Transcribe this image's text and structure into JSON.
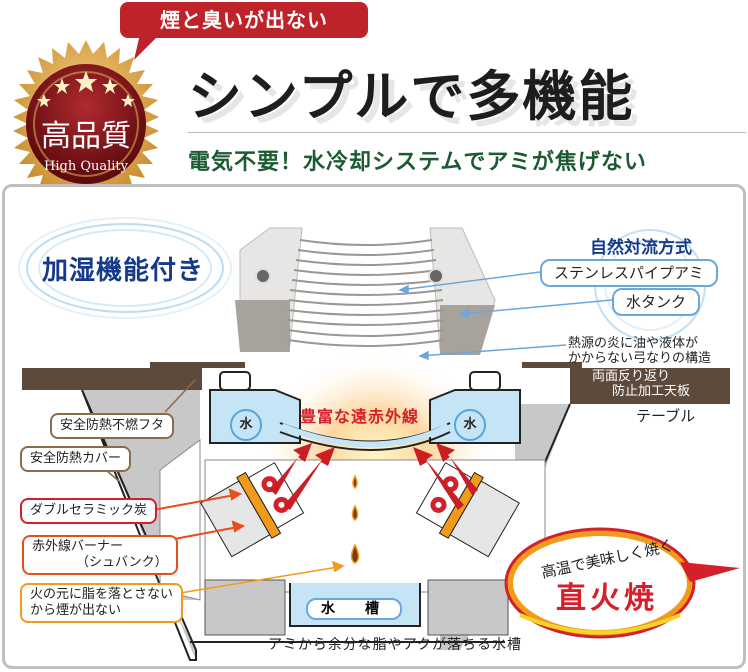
{
  "header": {
    "callout": "煙と臭いが出ない",
    "title": "シンプルで多機能",
    "subtitle": "電気不要！水冷却システムでアミが焦げない"
  },
  "badge": {
    "kanji": "高品質",
    "english": "High Quality",
    "colors": {
      "gold": "#d39a35",
      "maroon": "#7a0d14"
    }
  },
  "features": {
    "humidify": "加湿機能付き",
    "convection": "自然対流方式"
  },
  "labels": {
    "stainless_mesh": "ステンレスパイプアミ",
    "water_tank": "水タンク",
    "arch_structure": [
      "熱源の炎に油や液体が",
      "かからない弓なりの構造"
    ],
    "table_top": [
      "両面反り返り",
      "防止加工天板"
    ],
    "table": "テーブル",
    "safety_lid": "安全防熱不燃フタ",
    "safety_cover": "安全防熱カバー",
    "ceramic_charcoal": "ダブルセラミック炭",
    "ir_burner": [
      "赤外線バーナー",
      "（シュバンク）"
    ],
    "no_smoke": [
      "火の元に脂を落とさない",
      "から煙が出ない"
    ],
    "far_infrared": "豊富な遠赤外線",
    "water_symbol": "水",
    "water_trough": "水　槽",
    "trough_caption": "アミから余分な脂やアクが落ちる水槽"
  },
  "fire_badge": {
    "sub": "高温で美味しく焼く",
    "main": "直火焼"
  },
  "colors": {
    "red": "#d4202a",
    "dark_green": "#1d5a32",
    "navy": "#163a8a",
    "brown": "#5e4a3a",
    "water": "#c5e4f6",
    "gray": "#c8c8c8"
  }
}
